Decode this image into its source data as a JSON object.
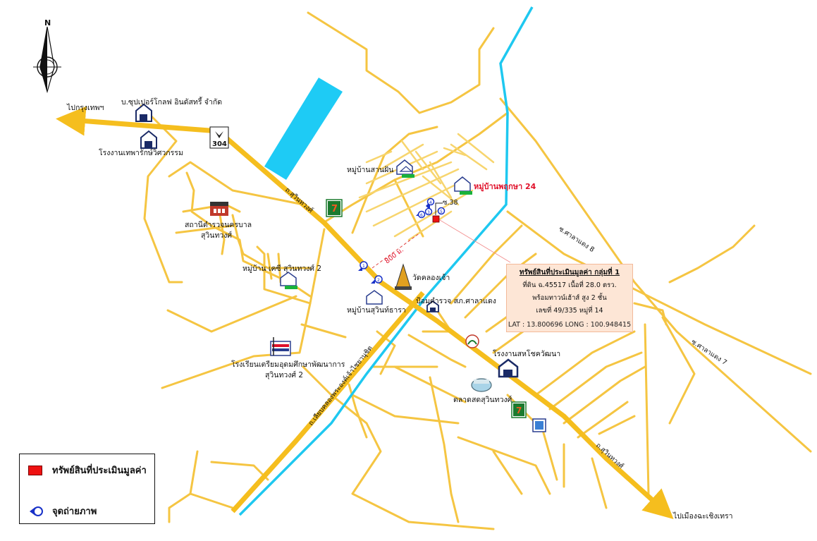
{
  "compass": {
    "letter": "N"
  },
  "highway": {
    "number": "304"
  },
  "labels": {
    "to_bangkok": "ไปกรุงเทพฯ",
    "to_chachoengsao": "ไปเมืองฉะเชิงเทรา",
    "supergolf": "บ.ซุปเปอร์โกลฟ อินดัสทรี้ จำกัด",
    "tepharak_factory": "โรงงานเทพารักษ์วิศวกรรม",
    "police_station_line1": "สถานีตำรวจนครบาล",
    "police_station_line2": "สุวินทวงศ์",
    "village_kesri": "หมู่บ้าน เคซี สุวินทวงศ์ 2",
    "school_line1": "โรงเรียนเตรียมอุดมศึกษาพัฒนาการ",
    "school_line2": "สุวินทวงศ์ 2",
    "road_suwinthawong_1": "ถ.สุวินทวงศ์",
    "road_suwinthawong_2": "ถ.สุวินทวงศ์",
    "road_canal": "ถ.เลียบคลองพระองค์เจ้าไชยานุชิต",
    "road_salaeng_8": "ซ.ศาลาแดง 8",
    "road_salaeng_7": "ซ.ศาลาแดง 7",
    "village_sanfan": "หมู่บ้านสานฝัน",
    "village_pruksa": "หมู่บ้านพฤกษา 24",
    "soi_38": "ซ.38",
    "distance": "800 ม.",
    "wat_khlong_chao": "วัดคลองเจ้า",
    "village_suwintara": "หมู่บ้านสุวินท์ธารา",
    "police_box": "ป้อมตำรวจ สภ.ศาลาแดง",
    "factory_sahachok": "โรงงานสหโชควัฒนา",
    "market": "ตลาดสดสุวินทวงศ์"
  },
  "info_box": {
    "title": "ทรัพย์สินที่ประเมินมูลค่า กลุ่มที่ 1",
    "line1": "ที่ดิน ฉ.45517 เนื้อที่ 28.0 ตรว.",
    "line2": "พร้อมทาวน์เฮ้าส์ สูง 2 ชั้น",
    "line3": "เลขที่ 49/335 หมู่ที่ 14",
    "latlong": "LAT : 13.800696  LONG : 100.948415"
  },
  "photo_points": [
    "1",
    "2",
    "3",
    "4",
    "5",
    "6"
  ],
  "legend": {
    "property": "ทรัพย์สินที่ประเมินมูลค่า",
    "photo_point": "จุดถ่ายภาพ"
  },
  "colors": {
    "main_road": "#f5be1e",
    "minor_road": "#f5c542",
    "canal": "#1ec8f0",
    "lake": "#1ecbf5",
    "property": "#ee1111",
    "photo_marker": "#1730c8",
    "village_roof": "#2a3e8f",
    "pin_green": "#19b23a"
  }
}
